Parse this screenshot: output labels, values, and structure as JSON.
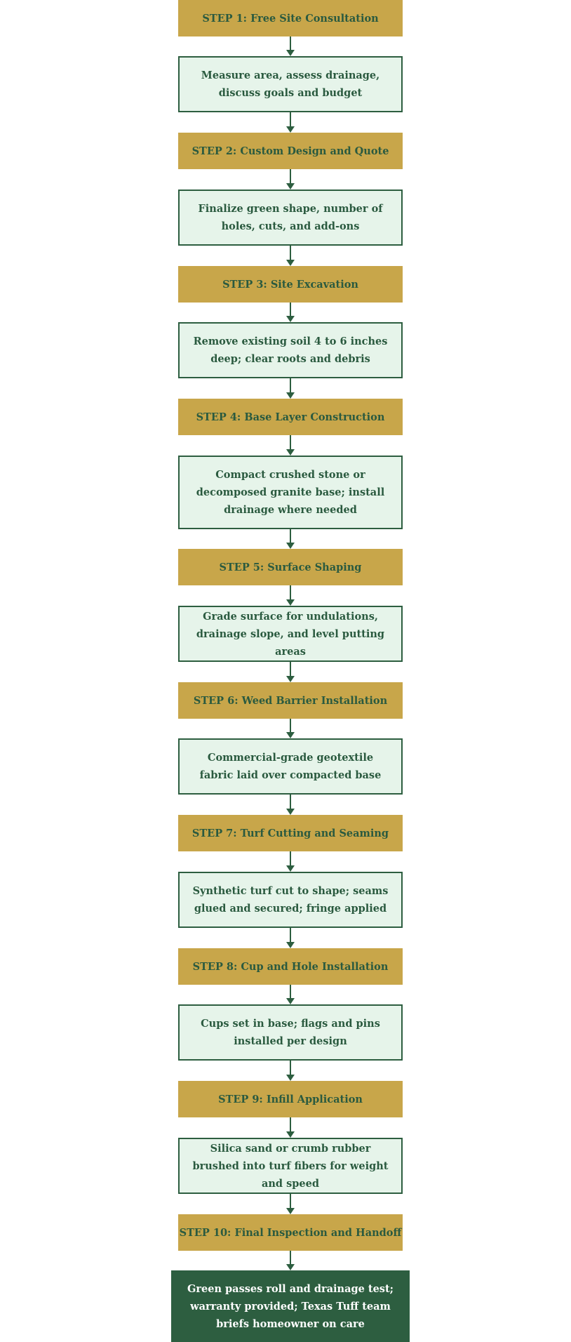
{
  "flowchart": {
    "steps": [
      {
        "title": "STEP 1: Free Site Consultation",
        "detail": "Measure area, assess drainage, discuss goals and budget"
      },
      {
        "title": "STEP 2: Custom Design and Quote",
        "detail": "Finalize green shape, number of holes, cuts, and add-ons"
      },
      {
        "title": "STEP 3: Site Excavation",
        "detail": "Remove existing soil 4 to 6 inches deep; clear roots and debris"
      },
      {
        "title": "STEP 4: Base Layer Construction",
        "detail": "Compact crushed stone or decomposed granite base; install drainage where needed"
      },
      {
        "title": "STEP 5: Surface Shaping",
        "detail": "Grade surface for undulations, drainage slope, and level putting areas"
      },
      {
        "title": "STEP 6: Weed Barrier Installation",
        "detail": "Commercial-grade geotextile fabric laid over compacted base"
      },
      {
        "title": "STEP 7: Turf Cutting and Seaming",
        "detail": "Synthetic turf cut to shape; seams glued and secured; fringe applied"
      },
      {
        "title": "STEP 8: Cup and Hole Installation",
        "detail": "Cups set in base; flags and pins installed per design"
      },
      {
        "title": "STEP 9: Infill Application",
        "detail": "Silica sand or crumb rubber brushed into turf fibers for weight and speed"
      },
      {
        "title": "STEP 10: Final Inspection and Handoff",
        "detail": "Green passes roll and drainage test; warranty provided; Texas Tuff team briefs homeowner on care"
      }
    ]
  },
  "colors": {
    "step_fill": "#c8a64a",
    "step_text": "#2a5a3f",
    "detail_fill": "#e6f4ea",
    "detail_border": "#2d5e40",
    "final_fill": "#2d5e40",
    "final_text": "#ffffff",
    "arrow": "#2d5e40"
  }
}
